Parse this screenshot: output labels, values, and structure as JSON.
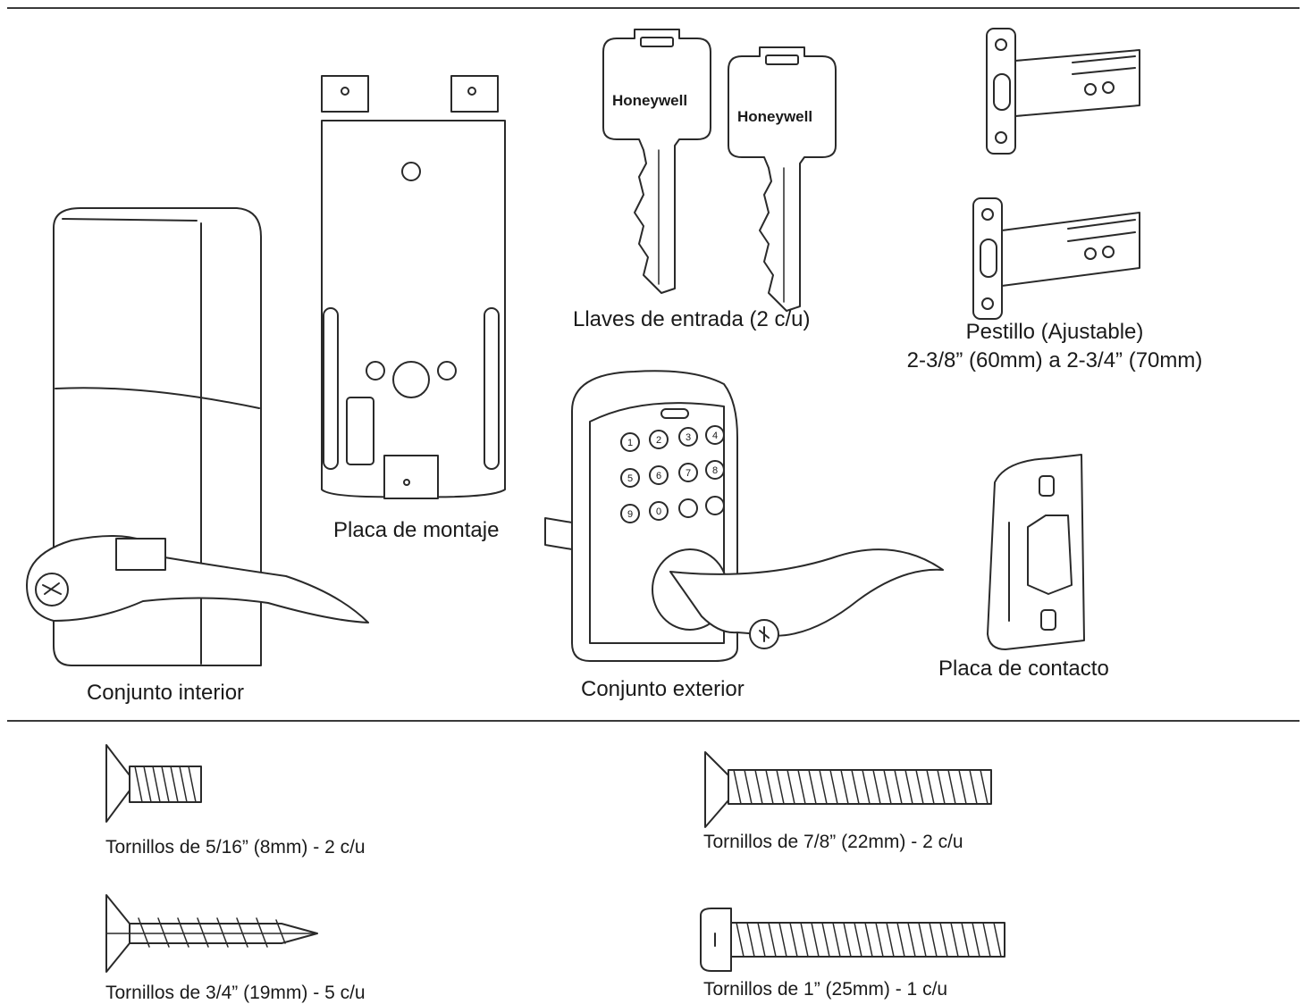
{
  "parts": {
    "interior": "Conjunto interior",
    "mounting_plate": "Placa de montaje",
    "keys": "Llaves de entrada (2 c/u)",
    "key_brand": "Honeywell",
    "latch_title": "Pestillo (Ajustable)",
    "latch_size": "2-3/8” (60mm) a 2-3/4” (70mm)",
    "exterior": "Conjunto exterior",
    "strike": "Placa de contacto"
  },
  "screws": {
    "s1": "Tornillos de 5/16” (8mm) - 2 c/u",
    "s2": "Tornillos de 7/8” (22mm) - 2 c/u",
    "s3": "Tornillos de 3/4” (19mm) - 5 c/u",
    "s4": "Tornillos de 1” (25mm) - 1 c/u"
  },
  "keypad_digits": [
    "1",
    "2",
    "3",
    "4",
    "5",
    "6",
    "7",
    "8",
    "9",
    "0"
  ]
}
